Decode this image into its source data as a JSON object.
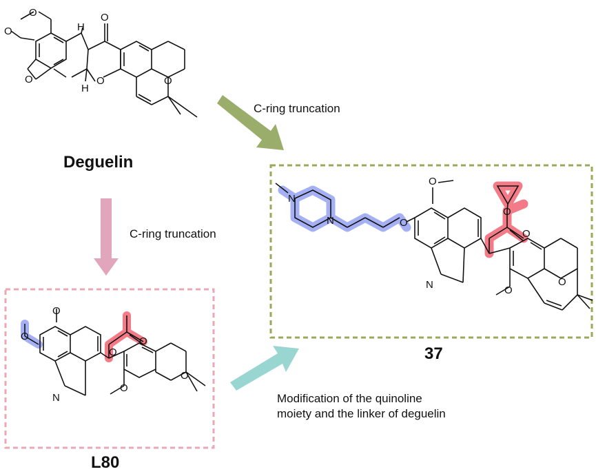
{
  "compounds": {
    "deguelin": "Deguelin",
    "l80": "L80",
    "c37": "37"
  },
  "arrows": {
    "down_label": "C-ring truncation",
    "right_label": "C-ring truncation",
    "bottom_label": "Modification of the quinoline moiety and the linker of deguelin"
  },
  "atoms": {
    "O": "O",
    "N": "N",
    "H": "H"
  },
  "colors": {
    "blue_highlight": "#7f8ff0",
    "red_highlight": "#f0505f",
    "green_box": "#9aa85a",
    "pink_box": "#e8a8b4",
    "arrow_green": "#9aad6a",
    "arrow_pink": "#e2a6bc",
    "arrow_teal": "#99d6d2"
  }
}
